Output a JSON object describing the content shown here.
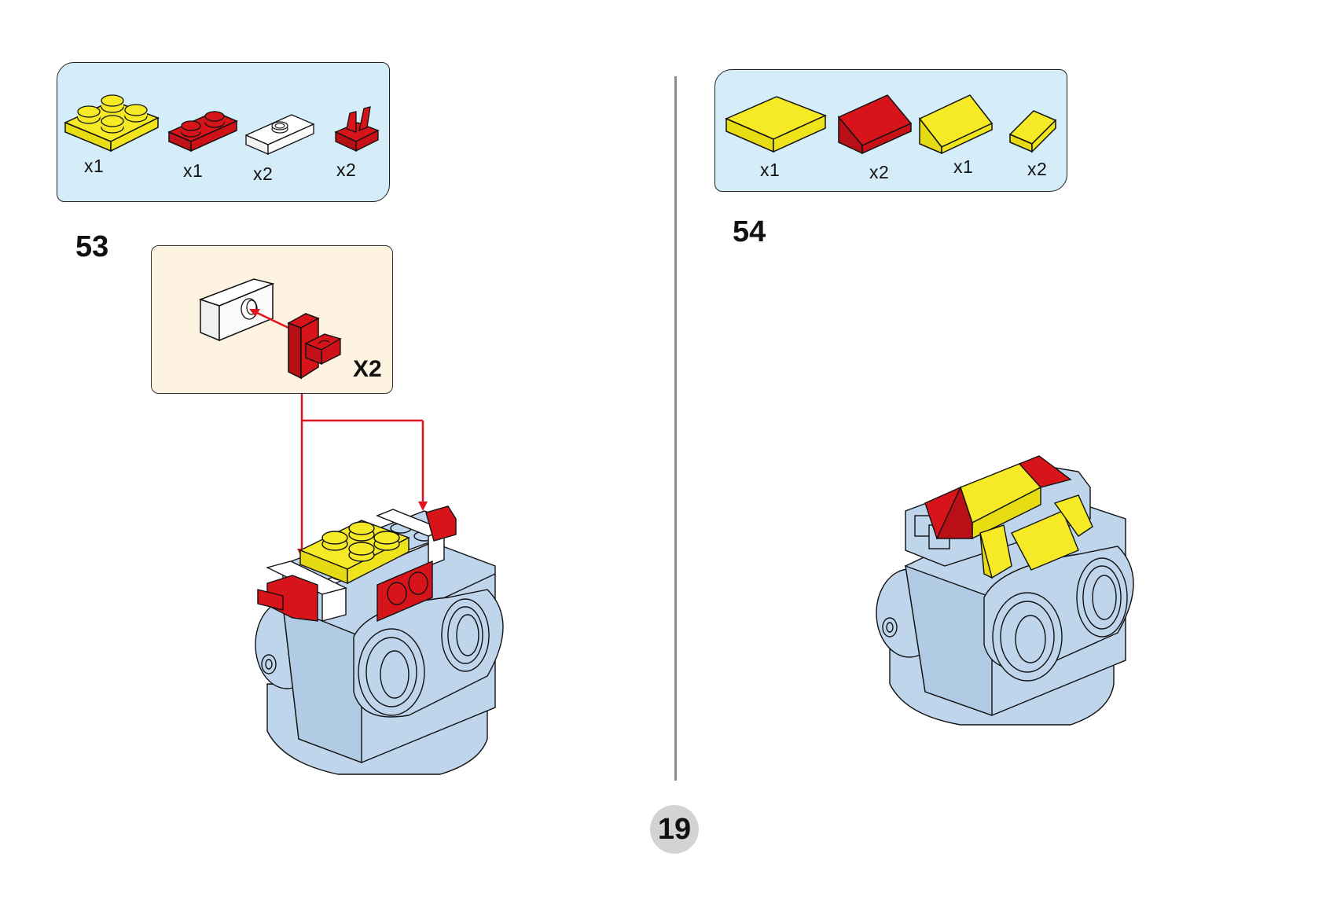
{
  "page": {
    "number": "19"
  },
  "steps": [
    {
      "number": "53",
      "parts": [
        {
          "name": "yellow 2x2 plate",
          "color": "#f5ea25",
          "qty": "x1"
        },
        {
          "name": "red 1x2 plate",
          "color": "#d7141a",
          "qty": "x1"
        },
        {
          "name": "white 1x2 jumper plate",
          "color": "#ffffff",
          "qty": "x2"
        },
        {
          "name": "red clip",
          "color": "#d7141a",
          "qty": "x2"
        }
      ],
      "callout": {
        "qty": "X2",
        "description": "Attach red clip to white jumper plate"
      }
    },
    {
      "number": "54",
      "parts": [
        {
          "name": "yellow 2x2 tile",
          "color": "#f5ea25",
          "qty": "x1"
        },
        {
          "name": "red 2x2 slope",
          "color": "#d7141a",
          "qty": "x2"
        },
        {
          "name": "yellow 2x2 slope",
          "color": "#f5ea25",
          "qty": "x1"
        },
        {
          "name": "yellow 1x1 slope",
          "color": "#f5ea25",
          "qty": "x2"
        }
      ]
    }
  ],
  "colors": {
    "parts_bg": "#d5ecf9",
    "callout_bg": "#fdf3e0",
    "model_body": "#bed5ec",
    "red": "#d7141a",
    "yellow": "#f5ea25",
    "divider": "#8c8c8c",
    "page_circle": "#d3d3d3"
  }
}
